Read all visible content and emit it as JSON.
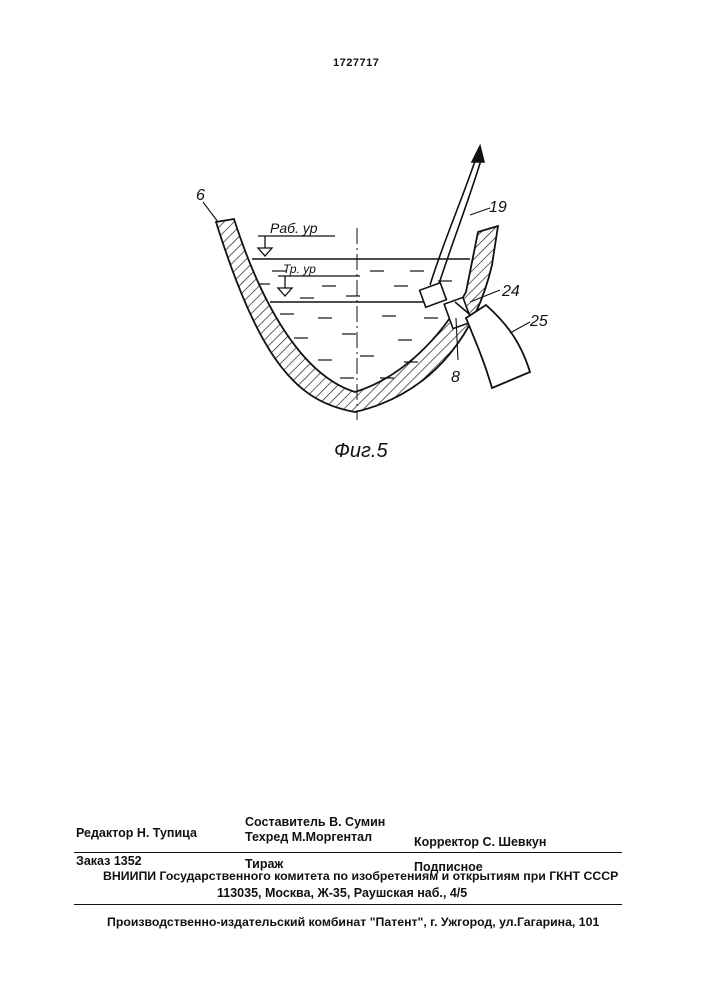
{
  "header": {
    "patent_number": "1727717"
  },
  "figure": {
    "caption": "Фиг.5",
    "level_work": "Раб. ур",
    "level_min": "Тр. ур",
    "refs": {
      "r6": "6",
      "r19": "19",
      "r24": "24",
      "r25": "25",
      "r8": "8"
    }
  },
  "footer": {
    "composer": "Составитель  В. Сумин",
    "editor": "Редактор  Н. Тупица",
    "techred": "Техред М.Моргентал",
    "corrector": "Корректор  С. Шевкун",
    "order": "Заказ  1352",
    "circulation": "Тираж",
    "subscription": "Подписное",
    "org_line1": "ВНИИПИ Государственного комитета по изобретениям и открытиям при ГКНТ СССР",
    "org_line2": "113035, Москва, Ж-35, Раушская наб., 4/5",
    "publisher": "Производственно-издательский комбинат \"Патент\", г. Ужгород, ул.Гагарина, 101"
  }
}
